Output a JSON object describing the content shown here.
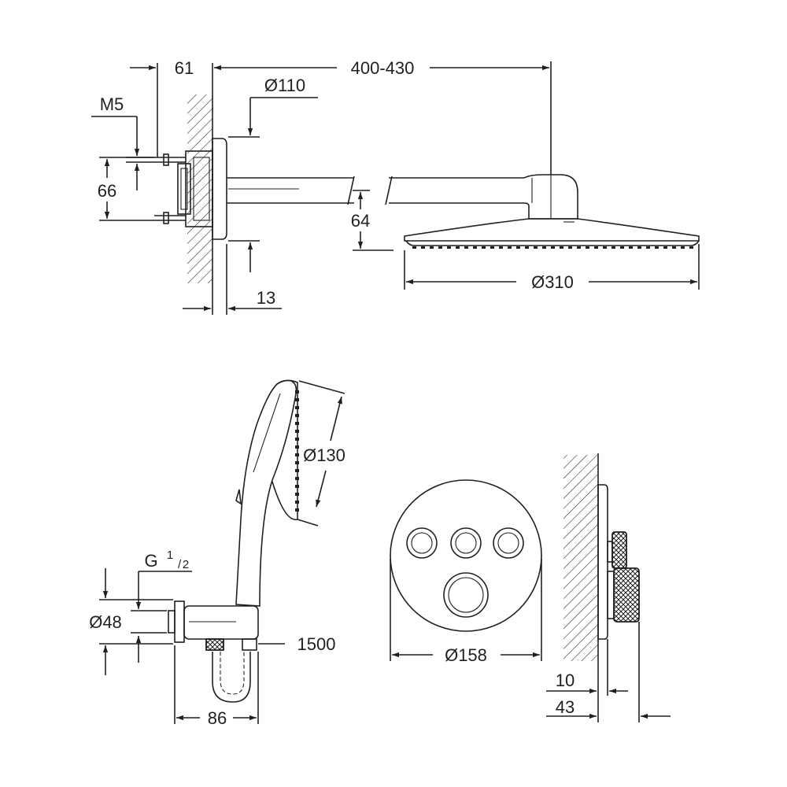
{
  "dimensions": {
    "overhead_top_view": {
      "wall_depth": "61",
      "arm_length": "400-430",
      "flange_diameter": "Ø110",
      "thread": "M5",
      "mount_height": "66",
      "head_drop": "64",
      "head_diameter": "Ø310",
      "flange_offset": "13"
    },
    "hand_shower_view": {
      "thread_main": "G",
      "thread_num": "1",
      "thread_den": "2",
      "outlet_diameter": "Ø48",
      "hose_length": "1500",
      "holder_depth": "86",
      "hand_shower_diameter": "Ø130"
    },
    "controller_front_view": {
      "plate_diameter": "Ø158"
    },
    "controller_side_view": {
      "plate_thickness": "10",
      "knob_projection": "43"
    }
  },
  "colors": {
    "line": "#231f20",
    "background": "#ffffff"
  }
}
